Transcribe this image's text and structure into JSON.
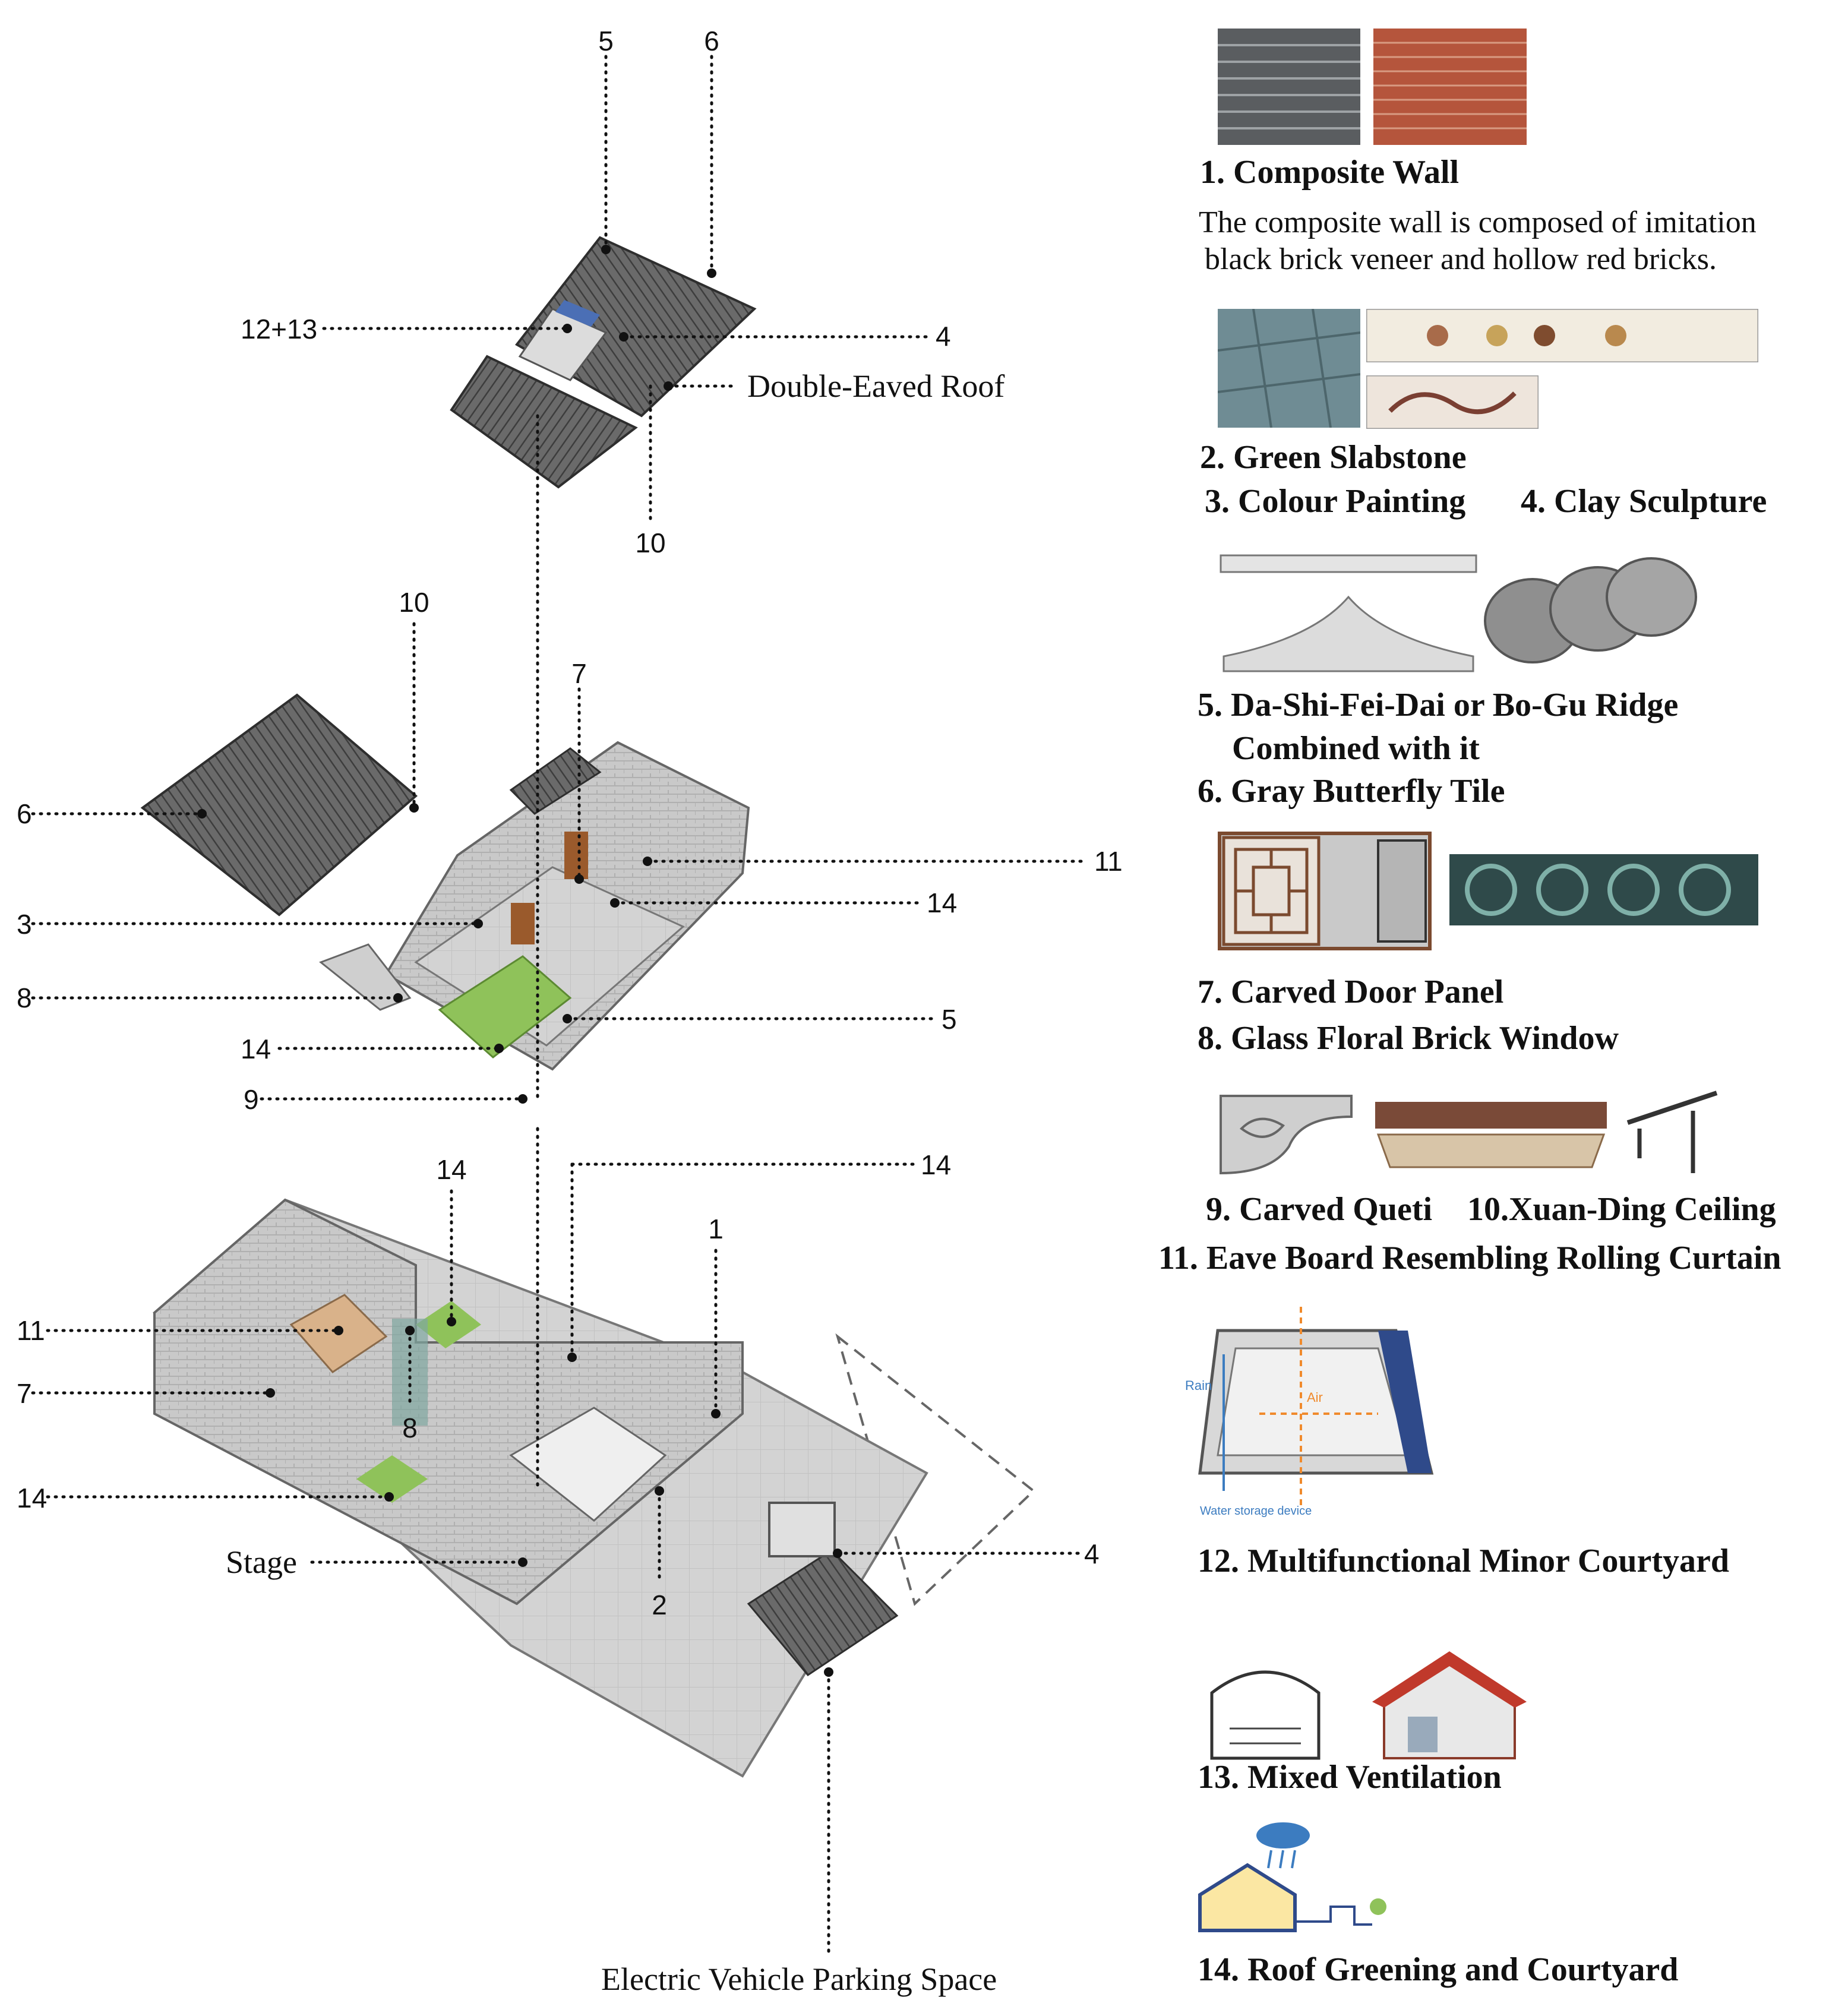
{
  "callouts": {
    "n5_top": "5",
    "n6_top": "6",
    "n12_13": "12+13",
    "n4_top": "4",
    "double_eaved_roof": "Double-Eaved Roof",
    "n10_a": "10",
    "n10_b": "10",
    "n7_mid": "7",
    "n6_mid": "6",
    "n11_mid": "11",
    "n14_mid_r": "14",
    "n3_mid": "3",
    "n8_mid": "8",
    "n5_mid": "5",
    "n14_mid_l": "14",
    "n9_mid": "9",
    "n14_low_a": "14",
    "n14_low_b": "14",
    "n1_low": "1",
    "n11_low": "11",
    "n7_low": "7",
    "n8_low": "8",
    "n14_low_l": "14",
    "stage": "Stage",
    "n4_low": "4",
    "n2_low": "2",
    "ev_parking": "Electric Vehicle Parking Space"
  },
  "legend": {
    "item1": "1. Composite Wall",
    "item1_desc_line1": "The composite wall is composed of imitation",
    "item1_desc_line2": "black brick veneer and hollow red bricks.",
    "item2": "2. Green Slabstone",
    "item3": "3. Colour Painting",
    "item4": "4. Clay Sculpture",
    "item5_line1": "5. Da-Shi-Fei-Dai or Bo-Gu Ridge",
    "item5_line2": "Combined with it",
    "item6": "6. Gray Butterfly Tile",
    "item7": "7. Carved Door Panel",
    "item8": "8. Glass Floral Brick Window",
    "item9": "9. Carved Queti",
    "item10": "10.Xuan-Ding Ceiling",
    "item11": "11. Eave Board Resembling Rolling Curtain",
    "item12": "12. Multifunctional Minor Courtyard",
    "item12_rain": "Rain",
    "item12_air": "Air",
    "item12_water": "Water storage device",
    "item13": "13. Mixed Ventilation",
    "item14": "14. Roof Greening and Courtyard"
  },
  "colors": {
    "roof": "#5f5f5f",
    "wall": "#c8c8c8",
    "floor": "#d6d6d6",
    "green": "#8fc25a",
    "wood": "#9a5a2c",
    "brick_red": "#b5553c",
    "brick_black": "#4c4f52"
  }
}
